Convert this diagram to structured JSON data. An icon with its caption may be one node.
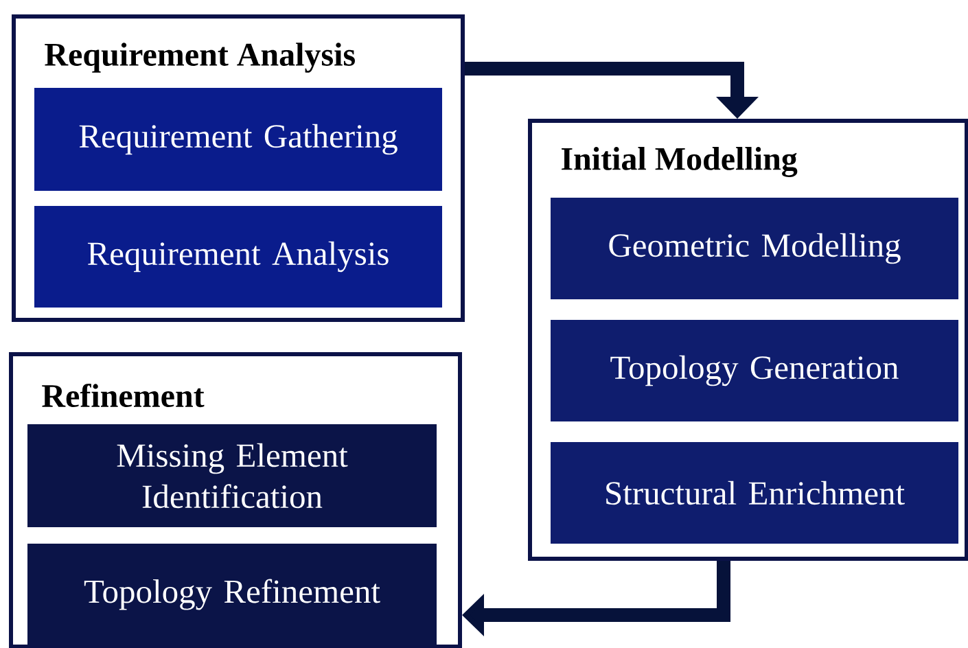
{
  "diagram": {
    "nodes": [
      {
        "text": [
          "Requirement Analysis"
        ]
      },
      {
        "text": [
          "Requirement Gathering"
        ],
        "in": 0
      },
      {
        "text": [
          "Requirement Analysis"
        ],
        "in": 0
      },
      {
        "text": [
          "Initial Modelling"
        ]
      },
      {
        "text": [
          "Geometric Modelling"
        ],
        "in": 3
      },
      {
        "text": [
          "Topology Generation"
        ],
        "in": 3
      },
      {
        "text": [
          "Structural Enrichment"
        ],
        "in": 3
      },
      {
        "text": [
          "Refinement"
        ]
      },
      {
        "text": [
          "Missing Element Identification"
        ],
        "in": 7
      },
      {
        "text": [
          "Topology Refinement"
        ],
        "in": 7
      }
    ],
    "edges": [
      {
        "from": 0,
        "to": 3,
        "arrow": "to"
      },
      {
        "from": 3,
        "to": 7,
        "arrow": "to"
      }
    ]
  }
}
